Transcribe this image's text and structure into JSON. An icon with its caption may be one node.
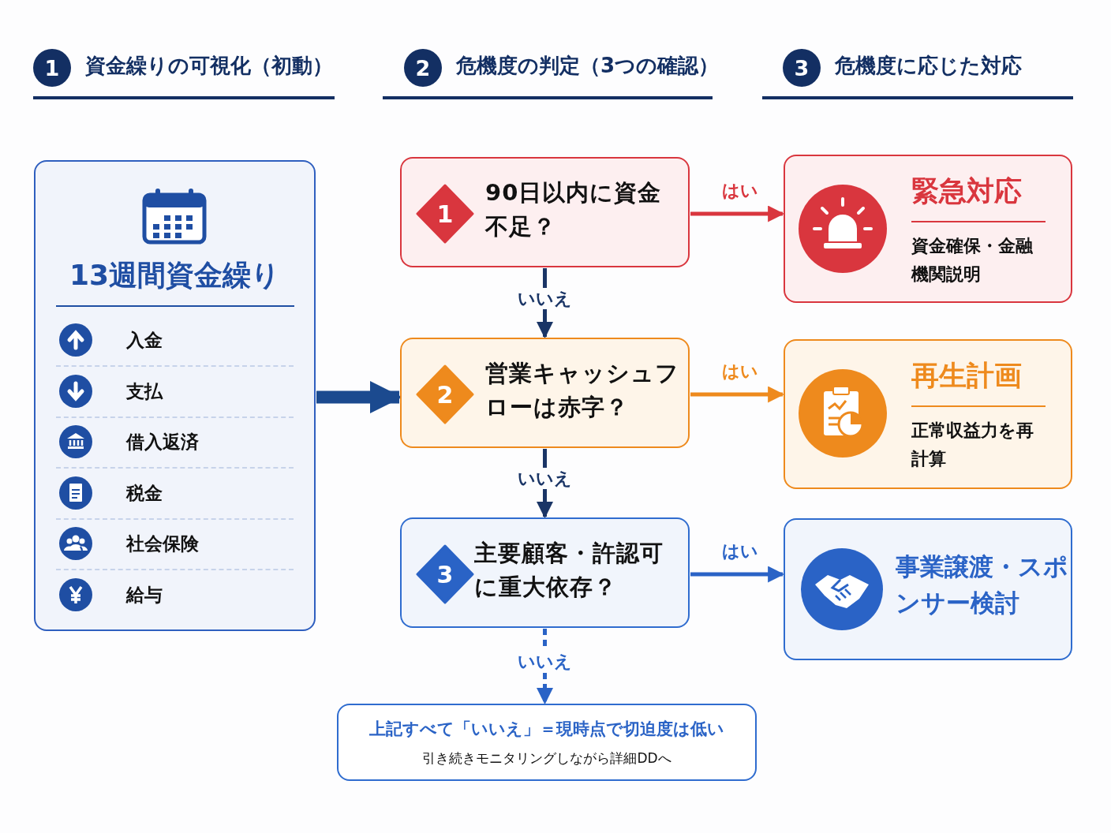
{
  "diagram": {
    "nodes": [
      {
        "text": [
          "13週間資金繰り"
        ]
      },
      {
        "text": [
          "1",
          "90日以内に資金不足？"
        ]
      },
      {
        "text": [
          "2",
          "営業キャッシュフローは赤字？"
        ]
      },
      {
        "text": [
          "3",
          "主要顧客・許認可に重大依存？"
        ]
      },
      {
        "text": [
          "上記すべて「いいえ」＝現時点で切迫度は低い",
          "引き続きモニタリングしながら詳細DDへ"
        ]
      },
      {
        "text": [
          "緊急対応",
          "資金確保・金融機関説明"
        ]
      },
      {
        "text": [
          "再生計画",
          "正常収益力を再計算"
        ]
      },
      {
        "text": [
          "事業譲渡・スポンサー検討"
        ]
      }
    ],
    "edges": [
      {
        "from": 0,
        "to": 2,
        "arrow": "to",
        "style": "thick",
        "color": "#1b4a8f"
      },
      {
        "from": 1,
        "to": 2,
        "arrow": "to",
        "label": "いいえ",
        "color": "#1a3566"
      },
      {
        "from": 2,
        "to": 3,
        "arrow": "to",
        "label": "いいえ",
        "color": "#1a3566"
      },
      {
        "from": 3,
        "to": 4,
        "arrow": "to",
        "label": "いいえ",
        "style": "dashed",
        "color": "#2a63c6"
      },
      {
        "from": 1,
        "to": 5,
        "arrow": "to",
        "label": "はい",
        "color": "#d9363e"
      },
      {
        "from": 2,
        "to": 6,
        "arrow": "to",
        "label": "はい",
        "color": "#ee8a1d"
      },
      {
        "from": 3,
        "to": 7,
        "arrow": "to",
        "label": "はい",
        "color": "#2a63c6"
      }
    ],
    "labels": [
      "1",
      "資金繰りの可視化（初動）",
      "2",
      "危機度の判定（3つの確認）",
      "3",
      "危機度に応じた対応",
      "入金",
      "支払",
      "借入返済",
      "税金",
      "社会保険",
      "給与"
    ]
  }
}
